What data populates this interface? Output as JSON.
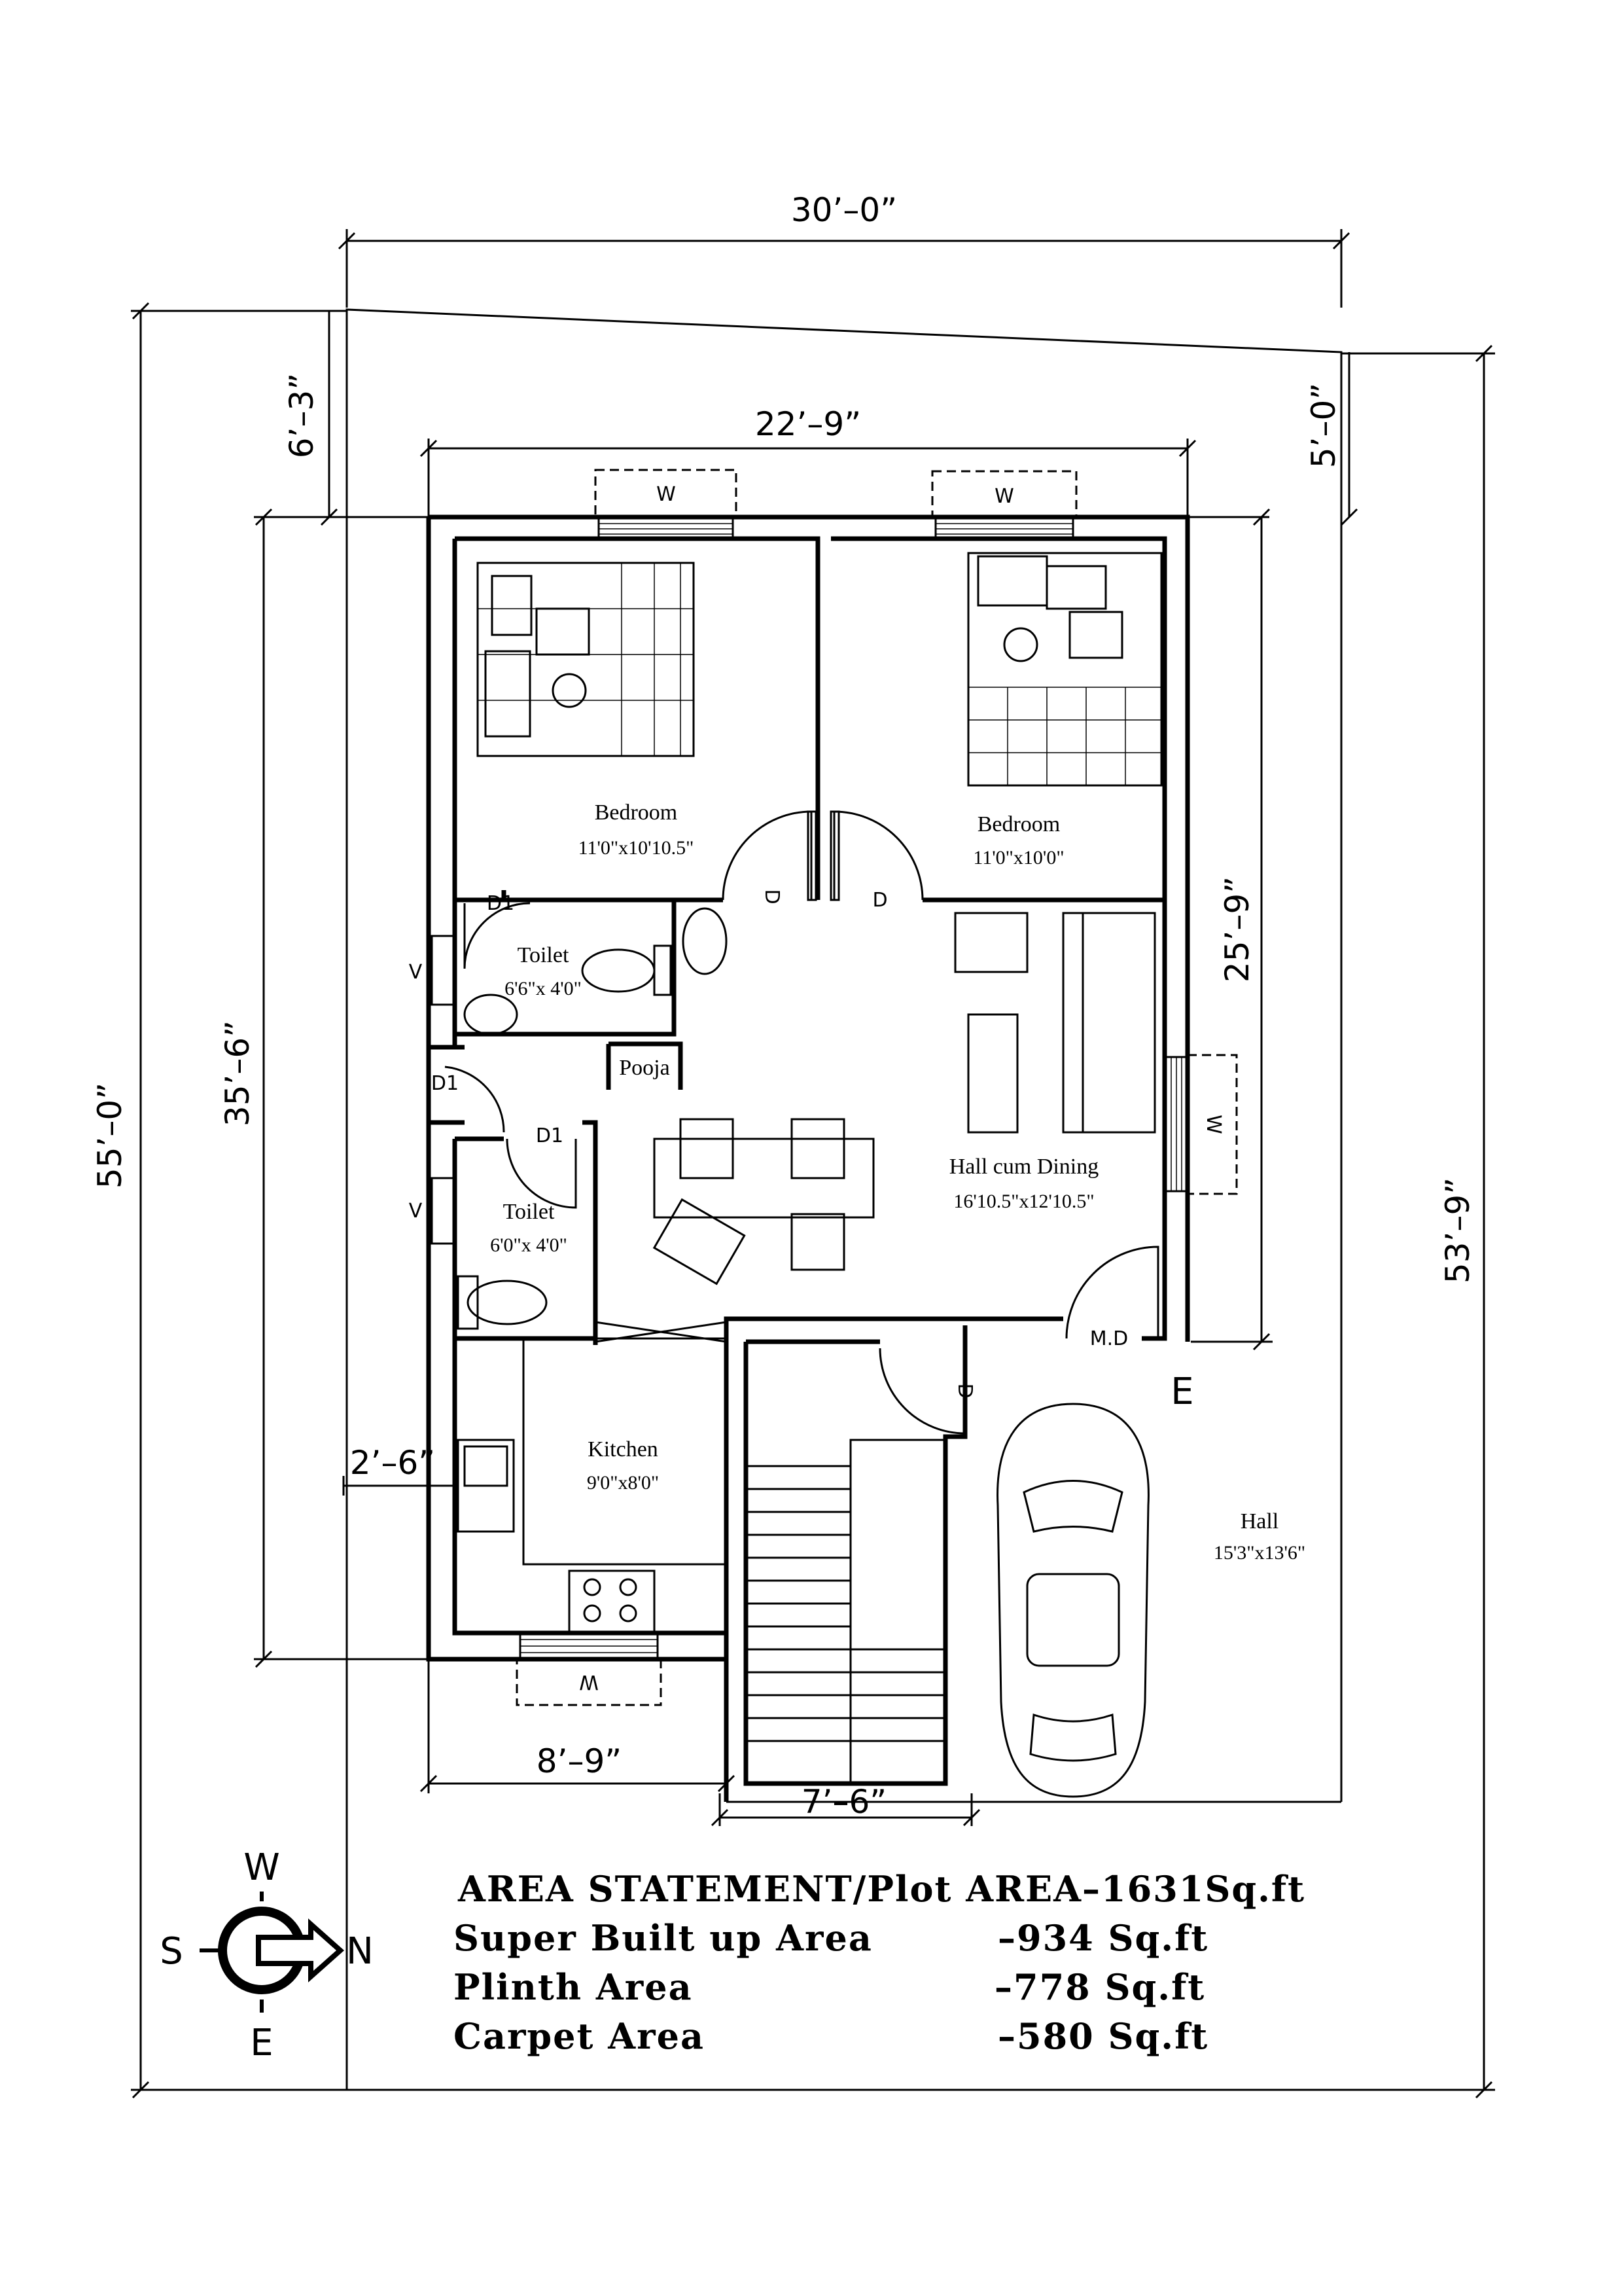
{
  "dimensions": {
    "plot_width": "30’–0”",
    "built_width": "22’–9”",
    "left_total": "55’–0”",
    "right_total": "53’–9”",
    "front_left": "6’–3”",
    "front_right": "5’–0”",
    "built_depth": "35’–6”",
    "hall_depth": "25’–9”",
    "kitchen_offset": "2’–6”",
    "kitchen_width": "8’–9”",
    "stair_width": "7’–6”"
  },
  "rooms": {
    "bedroom1": {
      "name": "Bedroom",
      "size": "11'0\"x10'10.5\""
    },
    "bedroom2": {
      "name": "Bedroom",
      "size": "11'0\"x10'0\""
    },
    "toilet1": {
      "name": "Toilet",
      "size": "6'6\"x 4'0\""
    },
    "toilet2": {
      "name": "Toilet",
      "size": "6'0\"x 4'0\""
    },
    "pooja": {
      "name": "Pooja"
    },
    "hall_dining": {
      "name": "Hall cum Dining",
      "size": "16'10.5\"x12'10.5\""
    },
    "kitchen": {
      "name": "Kitchen",
      "size": "9'0\"x8'0\""
    },
    "hall_parking": {
      "name": "Hall",
      "size": "15'3\"x13'6\""
    }
  },
  "marks": {
    "window": "W",
    "ventilator": "V",
    "door": "D",
    "door1": "D1",
    "main_door": "M.D",
    "east": "E"
  },
  "compass": {
    "north": "N",
    "south": "S",
    "east": "E",
    "west": "W"
  },
  "area_statement": {
    "title": "AREA STATEMENT/Plot AREA–1631Sq.ft",
    "rows": [
      {
        "label": "Super Built up Area",
        "value": "–934 Sq.ft"
      },
      {
        "label": "Plinth Area",
        "value": "–778 Sq.ft"
      },
      {
        "label": "Carpet Area",
        "value": "–580 Sq.ft"
      }
    ]
  }
}
